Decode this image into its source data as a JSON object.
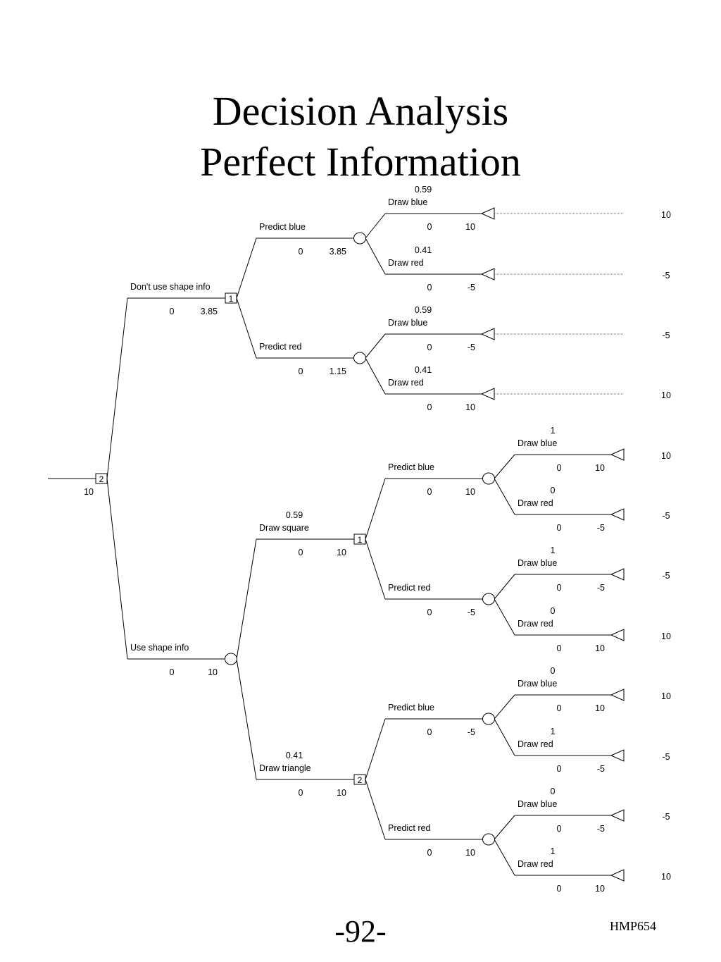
{
  "title": {
    "line1": "Decision Analysis",
    "line2": "Perfect Information"
  },
  "root": {
    "node_number": "2",
    "value": "10"
  },
  "tree": {
    "branches": [
      {
        "label": "Don't use shape info",
        "cost": "0",
        "value": "3.85",
        "node_type": "decision",
        "node_number": "1",
        "children": [
          {
            "label": "Predict blue",
            "cost": "0",
            "value": "3.85",
            "node_type": "chance",
            "children": [
              {
                "prob": "0.59",
                "label": "Draw blue",
                "cost": "0",
                "value": "10",
                "payoff": "10"
              },
              {
                "prob": "0.41",
                "label": "Draw red",
                "cost": "0",
                "value": "-5",
                "payoff": "-5"
              }
            ]
          },
          {
            "label": "Predict red",
            "cost": "0",
            "value": "1.15",
            "node_type": "chance",
            "children": [
              {
                "prob": "0.59",
                "label": "Draw blue",
                "cost": "0",
                "value": "-5",
                "payoff": "-5"
              },
              {
                "prob": "0.41",
                "label": "Draw red",
                "cost": "0",
                "value": "10",
                "payoff": "10"
              }
            ]
          }
        ]
      },
      {
        "label": "Use shape info",
        "cost": "0",
        "value": "10",
        "node_type": "chance",
        "children": [
          {
            "prob": "0.59",
            "label": "Draw square",
            "cost": "0",
            "value": "10",
            "node_type": "decision",
            "node_number": "1",
            "children": [
              {
                "label": "Predict blue",
                "cost": "0",
                "value": "10",
                "node_type": "chance",
                "children": [
                  {
                    "prob": "1",
                    "label": "Draw blue",
                    "cost": "0",
                    "value": "10",
                    "payoff": "10"
                  },
                  {
                    "prob": "0",
                    "label": "Draw red",
                    "cost": "0",
                    "value": "-5",
                    "payoff": "-5"
                  }
                ]
              },
              {
                "label": "Predict red",
                "cost": "0",
                "value": "-5",
                "node_type": "chance",
                "children": [
                  {
                    "prob": "1",
                    "label": "Draw blue",
                    "cost": "0",
                    "value": "-5",
                    "payoff": "-5"
                  },
                  {
                    "prob": "0",
                    "label": "Draw red",
                    "cost": "0",
                    "value": "10",
                    "payoff": "10"
                  }
                ]
              }
            ]
          },
          {
            "prob": "0.41",
            "label": "Draw triangle",
            "cost": "0",
            "value": "10",
            "node_type": "decision",
            "node_number": "2",
            "children": [
              {
                "label": "Predict blue",
                "cost": "0",
                "value": "-5",
                "node_type": "chance",
                "children": [
                  {
                    "prob": "0",
                    "label": "Draw blue",
                    "cost": "0",
                    "value": "10",
                    "payoff": "10"
                  },
                  {
                    "prob": "1",
                    "label": "Draw red",
                    "cost": "0",
                    "value": "-5",
                    "payoff": "-5"
                  }
                ]
              },
              {
                "label": "Predict red",
                "cost": "0",
                "value": "10",
                "node_type": "chance",
                "children": [
                  {
                    "prob": "0",
                    "label": "Draw blue",
                    "cost": "0",
                    "value": "-5",
                    "payoff": "-5"
                  },
                  {
                    "prob": "1",
                    "label": "Draw red",
                    "cost": "0",
                    "value": "10",
                    "payoff": "10"
                  }
                ]
              }
            ]
          }
        ]
      }
    ]
  },
  "footer": {
    "page_number": "-92-",
    "course_code": "HMP654"
  }
}
